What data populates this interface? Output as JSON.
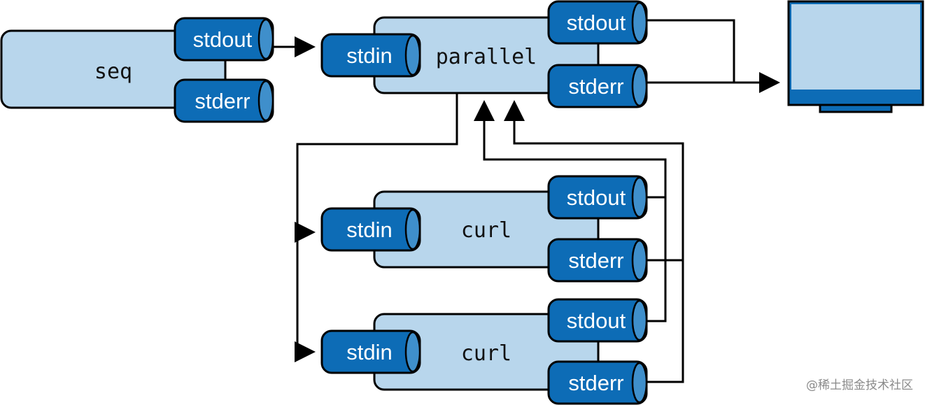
{
  "processes": {
    "seq": "seq",
    "parallel": "parallel",
    "curl1": "curl",
    "curl2": "curl"
  },
  "streams": {
    "stdin": "stdin",
    "stdout": "stdout",
    "stderr": "stderr"
  },
  "watermark": "@稀土掘金技术社区",
  "colors": {
    "process_fill": "#b8d6ec",
    "stream_fill": "#0d6cb6",
    "stream_text": "#ffffff",
    "screen_border": "#0d6cb6",
    "screen_fill": "#b8d6ec",
    "line": "#000000"
  },
  "icons": {
    "terminal": "monitor-icon"
  }
}
